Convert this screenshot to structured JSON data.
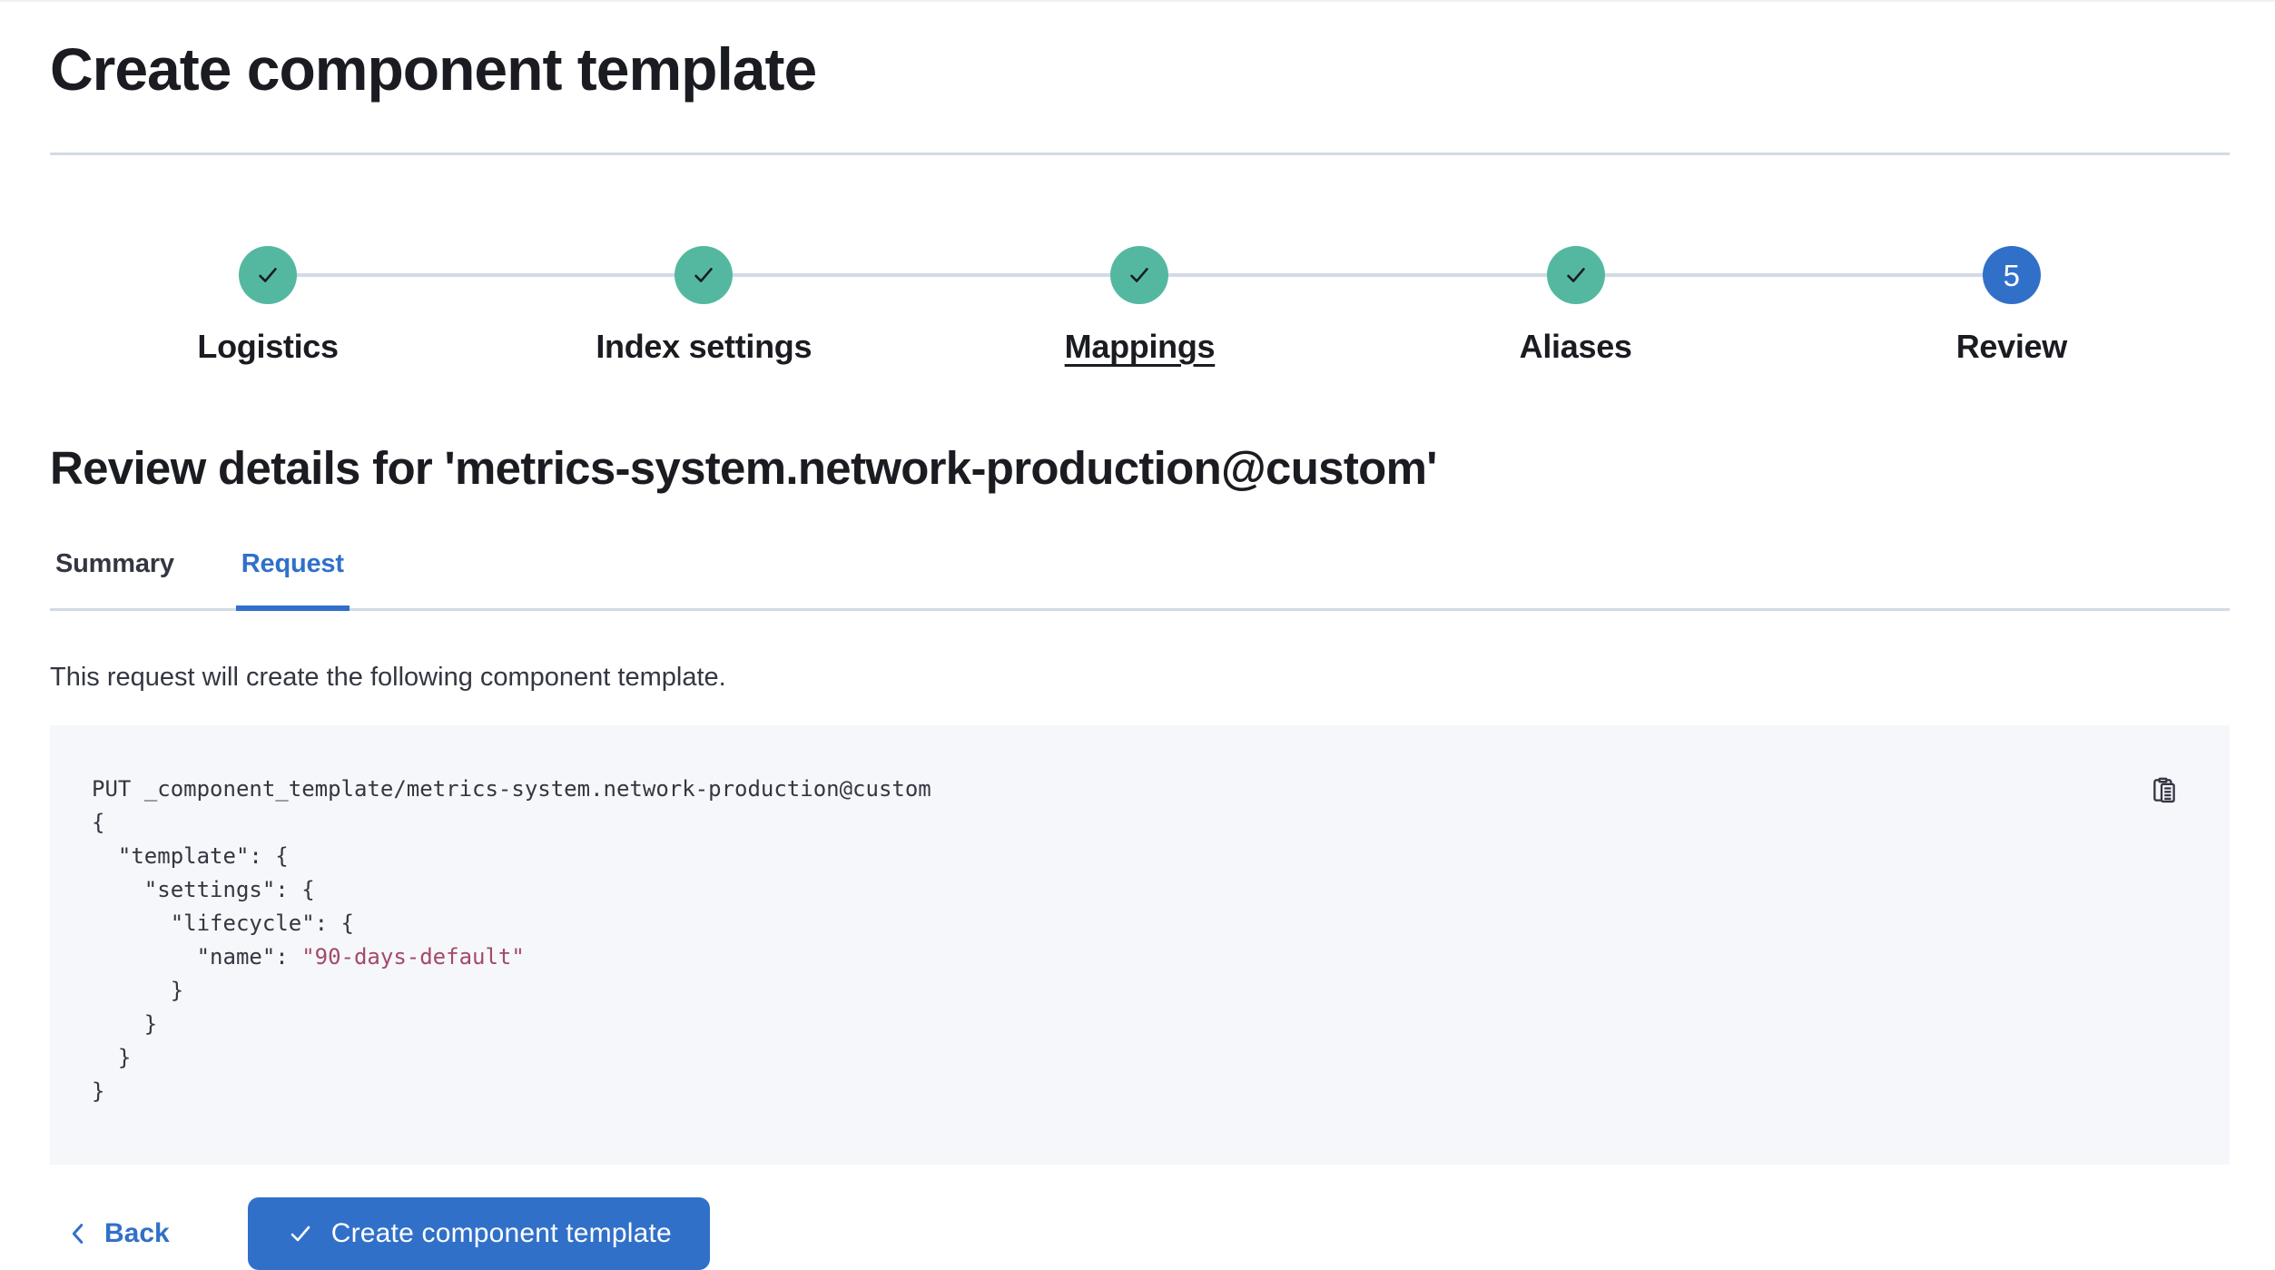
{
  "page": {
    "title": "Create component template"
  },
  "steps": [
    {
      "label": "Logistics",
      "status": "complete",
      "hovered": false
    },
    {
      "label": "Index settings",
      "status": "complete",
      "hovered": false
    },
    {
      "label": "Mappings",
      "status": "complete",
      "hovered": true
    },
    {
      "label": "Aliases",
      "status": "complete",
      "hovered": false
    },
    {
      "label": "Review",
      "status": "current",
      "number": "5",
      "hovered": false
    }
  ],
  "review": {
    "heading": "Review details for 'metrics-system.network-production@custom'",
    "tabs": [
      {
        "label": "Summary",
        "selected": false
      },
      {
        "label": "Request",
        "selected": true
      }
    ],
    "description": "This request will create the following component template."
  },
  "code": {
    "copy_icon": "copy-clipboard-icon",
    "lines": [
      [
        {
          "x": "PUT _component_template/metrics-system.network-production@custom",
          "c": "plain"
        }
      ],
      [
        {
          "x": "{",
          "c": "plain"
        }
      ],
      [
        {
          "x": "  \"template\": {",
          "c": "plain"
        }
      ],
      [
        {
          "x": "    \"settings\": {",
          "c": "plain"
        }
      ],
      [
        {
          "x": "      \"lifecycle\": {",
          "c": "plain"
        }
      ],
      [
        {
          "x": "        \"name\": ",
          "c": "plain"
        },
        {
          "x": "\"90-days-default\"",
          "c": "string"
        }
      ],
      [
        {
          "x": "      }",
          "c": "plain"
        }
      ],
      [
        {
          "x": "    }",
          "c": "plain"
        }
      ],
      [
        {
          "x": "  }",
          "c": "plain"
        }
      ],
      [
        {
          "x": "}",
          "c": "plain"
        }
      ]
    ]
  },
  "footer": {
    "back_label": "Back",
    "submit_label": "Create component template"
  },
  "colors": {
    "accent_blue": "#3170c9",
    "success_teal": "#54b8a1",
    "divider": "#d3dae6",
    "code_background": "#f6f7fb",
    "code_string": "#a34a68",
    "heading_text": "#1a1c21",
    "body_text": "#343741"
  }
}
